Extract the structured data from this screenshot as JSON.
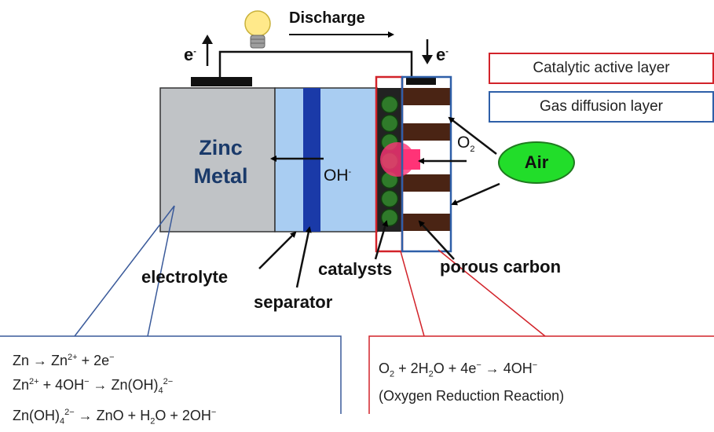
{
  "circuit": {
    "discharge_label": "Discharge",
    "electron_left": "e",
    "electron_right": "e",
    "electron_sup": "-"
  },
  "legend": {
    "catalytic": "Catalytic active layer",
    "gas_diffusion": "Gas diffusion layer"
  },
  "cell": {
    "zinc_line1": "Zinc",
    "zinc_line2": "Metal",
    "hydroxide": "OH",
    "hydroxide_sup": "-",
    "oxygen": "O",
    "oxygen_sub": "2",
    "air": "Air"
  },
  "labels": {
    "electrolyte": "electrolyte",
    "separator": "separator",
    "catalysts": "catalysts",
    "porous_carbon": "porous carbon"
  },
  "anode_reactions": {
    "r1_a": "Zn → Zn",
    "r1_sup": "2+",
    "r1_b": " + 2e",
    "r1_sup2": "−",
    "r2_a": "Zn",
    "r2_sup": "2+",
    "r2_b": " + 4OH",
    "r2_sup2": "−",
    "r2_c": " → Zn(OH)",
    "r2_sub": "4",
    "r2_sup3": "2−",
    "r3_a": "Zn(OH)",
    "r3_sub": "4",
    "r3_sup": "2−",
    "r3_b": " → ZnO + H",
    "r3_sub2": "2",
    "r3_c": "O + 2OH",
    "r3_sup2": "−"
  },
  "cathode_reactions": {
    "r1_a": "O",
    "r1_sub": "2",
    "r1_b": " + 2H",
    "r1_sub2": "2",
    "r1_c": "O + 4e",
    "r1_sup": "−",
    "r1_d": " → 4OH",
    "r1_sup2": "−",
    "r2": "(Oxygen Reduction Reaction)"
  },
  "colors": {
    "zinc": "#c0c3c6",
    "electrolyte": "#a9cdf2",
    "separator": "#1a3aa8",
    "catalyst": "#2f7a2a",
    "carbon": "#4a2414",
    "air": "#22dd2a",
    "red": "#d2232a",
    "blue": "#2e5fa8",
    "orr_spot": "#ff3377"
  }
}
